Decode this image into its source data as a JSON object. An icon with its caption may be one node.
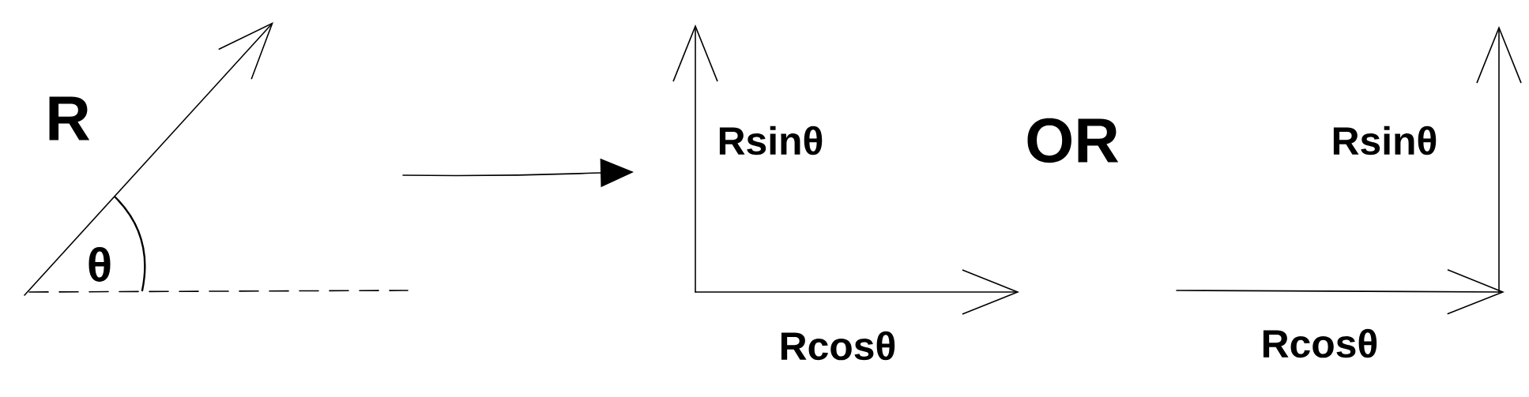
{
  "diagram": {
    "labels": [
      "R",
      "θ",
      "Rsinθ",
      "Rcosθ",
      "OR",
      "Rsinθ",
      "Rcosθ"
    ]
  }
}
